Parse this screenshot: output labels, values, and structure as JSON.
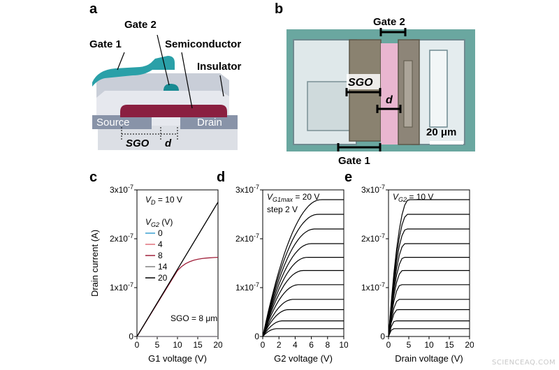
{
  "panels": {
    "a": {
      "label": "a",
      "gate1": "Gate 1",
      "gate2": "Gate 2",
      "semiconductor": "Semiconductor",
      "insulator": "Insulator",
      "source": "Source",
      "drain": "Drain",
      "sgo": "SGO",
      "d": "d"
    },
    "b": {
      "label": "b",
      "gate2": "Gate 2",
      "gate1": "Gate 1",
      "sgo": "SGO",
      "d": "d",
      "scale": "20 μm"
    },
    "c": {
      "label": "c"
    },
    "d": {
      "label": "d"
    },
    "e": {
      "label": "e"
    }
  },
  "colors": {
    "gate": "#2aa0a8",
    "semiconductor": "#8a1f40",
    "contact": "#8893a8",
    "substrate": "#d7dbe2"
  },
  "chart_data": [
    {
      "type": "line",
      "panel": "c",
      "xlabel": "G1 voltage (V)",
      "ylabel": "Drain current (A)",
      "xlim": [
        0,
        20
      ],
      "ylim": [
        0,
        3e-07
      ],
      "xticks": [
        "0",
        "5",
        "10",
        "15",
        "20"
      ],
      "yticks": [
        "0",
        "1x10-7",
        "2x10-7",
        "3x10-7"
      ],
      "annotations": [
        "V_D = 10 V",
        "SGO = 8 μm"
      ],
      "legend_title": "V_G2 (V)",
      "series": [
        {
          "name": "0",
          "color": "#3aa0d0",
          "x": [
            0,
            20
          ],
          "y": [
            0,
            0
          ]
        },
        {
          "name": "4",
          "color": "#e0707a",
          "x": [
            0,
            20
          ],
          "y": [
            0,
            0
          ]
        },
        {
          "name": "8",
          "color": "#a0203a",
          "x": [
            0,
            10,
            11,
            12,
            13,
            14,
            15,
            16,
            17,
            18,
            19,
            20
          ],
          "y": [
            0,
            1.35e-07,
            1.43e-07,
            1.49e-07,
            1.53e-07,
            1.56e-07,
            1.58e-07,
            1.595e-07,
            1.605e-07,
            1.61e-07,
            1.615e-07,
            1.62e-07
          ]
        },
        {
          "name": "14",
          "color": "#808080",
          "x": [
            0,
            20
          ],
          "y": [
            0,
            0
          ]
        },
        {
          "name": "20",
          "color": "#000000",
          "x": [
            0,
            20
          ],
          "y": [
            0,
            2.75e-07
          ]
        }
      ]
    },
    {
      "type": "line",
      "panel": "d",
      "xlabel": "G2 voltage (V)",
      "xlim": [
        0,
        10
      ],
      "ylim": [
        0,
        3e-07
      ],
      "xticks": [
        "0",
        "2",
        "4",
        "6",
        "8",
        "10"
      ],
      "yticks": [
        "0",
        "1x10-7",
        "2x10-7",
        "3x10-7"
      ],
      "annotations": [
        "V_G1max = 20 V",
        "step 2 V"
      ],
      "saturation_levels": [
        1.6e-08,
        3.2e-08,
        5.5e-08,
        7.6e-08,
        1.06e-07,
        1.35e-07,
        1.62e-07,
        1.9e-07,
        2.2e-07,
        2.5e-07,
        2.8e-07
      ]
    },
    {
      "type": "line",
      "panel": "e",
      "xlabel": "Drain voltage (V)",
      "xlim": [
        0,
        20
      ],
      "ylim": [
        0,
        3e-07
      ],
      "xticks": [
        "0",
        "5",
        "10",
        "15",
        "20"
      ],
      "yticks": [
        "0",
        "1x10-7",
        "2x10-7",
        "3x10-7"
      ],
      "annotations": [
        "V_G2 = 10 V"
      ],
      "saturation_levels": [
        1.6e-08,
        3.2e-08,
        5.5e-08,
        7.6e-08,
        1.06e-07,
        1.35e-07,
        1.62e-07,
        1.9e-07,
        2.2e-07,
        2.5e-07,
        2.8e-07
      ]
    }
  ],
  "watermark": "SCIENCEAQ.COM"
}
